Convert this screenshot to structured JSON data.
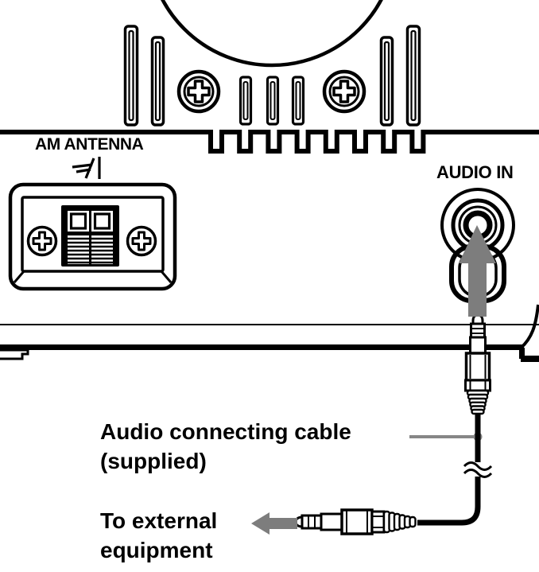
{
  "labels": {
    "am_antenna": "AM ANTENNA",
    "audio_in": "AUDIO IN",
    "cable_line1": "Audio connecting cable",
    "cable_line2": "(supplied)",
    "external_line1": "To external",
    "external_line2": "equipment"
  },
  "icons": {
    "ground_symbol": "earth-ground-and-antenna-symbol",
    "up_arrow": "insert-plug-upward-arrow",
    "left_arrow": "to-external-equipment-arrow",
    "break_symbol": "cable-break-tilde-marks"
  },
  "colors": {
    "line": "#000000",
    "arrow_gray": "#7d7d7d",
    "callout_gray": "#878787",
    "background": "#ffffff"
  }
}
